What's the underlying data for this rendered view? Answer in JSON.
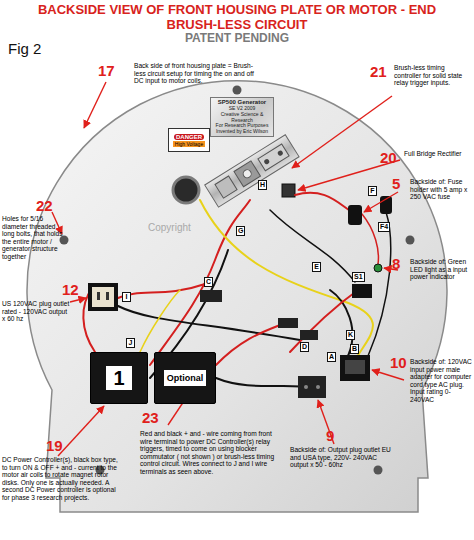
{
  "diagram": {
    "title": "BACKSIDE VIEW OF FRONT HOUSING PLATE OR MOTOR - END BRUSH-LESS CIRCUIT",
    "nodes": [
      {
        "text": [
          "SP500 Generator",
          "SE V2 2009",
          "Creative Science & Research",
          "For Research Purposes",
          "Invented by Eric Wilson"
        ]
      },
      {
        "text": [
          "DANGER",
          "High Voltage"
        ]
      },
      {
        "text": [
          "1"
        ]
      },
      {
        "text": [
          "Optional"
        ]
      },
      {
        "text": [
          "H"
        ]
      },
      {
        "text": [
          "F"
        ]
      },
      {
        "text": [
          "F4"
        ]
      },
      {
        "text": [
          "G"
        ]
      },
      {
        "text": [
          "E"
        ]
      },
      {
        "text": [
          "S1"
        ]
      },
      {
        "text": [
          "C"
        ]
      },
      {
        "text": [
          "I"
        ]
      },
      {
        "text": [
          "K"
        ]
      },
      {
        "text": [
          "D"
        ]
      },
      {
        "text": [
          "B"
        ]
      },
      {
        "text": [
          "A"
        ]
      },
      {
        "text": [
          "J"
        ]
      }
    ],
    "labels": [
      "PATENT PENDING",
      "Fig 2",
      "17",
      "Back side of front housing plate = Brush-less circuit setup for timing the on and off DC input to motor coils.",
      "21",
      "Brush-less timing controller for solid state relay trigger inputs.",
      "20",
      "Full Bridge Rectifier",
      "5",
      "Backside of: Fuse holder with 5 amp x 250 VAC fuse",
      "22",
      "Holes for 5/16 diameter threaded long bolts, that holds the entire motor / generator structure together",
      "8",
      "Backside of: Green LED light as a input power indicator",
      "12",
      "US 120VAC plug outlet rated - 120VAC output x 60 hz",
      "10",
      "Backside of: 120VAC input power male adapter for computer cord type AC plug. Input rating 0-240VAC",
      "9",
      "Backside of: Output plug outlet EU and USA type, 220V- 240VAC output x 50 - 60hz",
      "23",
      "Red and black + and - wire coming from front wire terminal to power DC Controller(s) relay triggers, timed to come on using blocker commutator ( not shown ) or brush-less timing control circuit. Wires connect to J and I wire terminals as seen above.",
      "19",
      "DC Power Controller(s), black box type, to turn ON & OFF + and - current to the motor air coils to rotate magnet rotor disks. Only one is actually needed. A second DC Power controller is optional for phase 3 research projects.",
      "Copyright"
    ]
  }
}
